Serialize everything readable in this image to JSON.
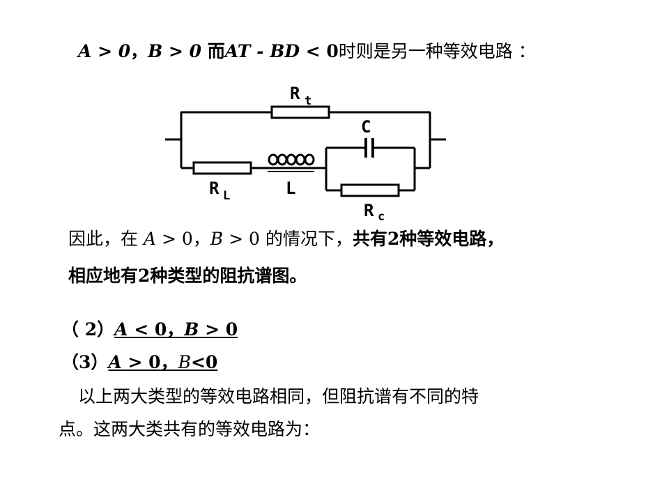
{
  "heading": {
    "a_cond": "A > 0",
    "sep1": "，",
    "b_cond": "B > 0",
    "mid": " 而",
    "expr": "AT - BD",
    "expr_tail": " < 0",
    "tail": "时则是另一种等效电路 ："
  },
  "circuit": {
    "rt_main": "R",
    "rt_sub": "t",
    "c_label": "C",
    "rl_main": "R",
    "rl_sub": "L",
    "l_label": "L",
    "rc_main": "R",
    "rc_sub": "c"
  },
  "conclusion": {
    "line1_prefix": "因此，在 ",
    "line1_a": "A",
    "line1_a_op": " > 0，",
    "line1_b": "B",
    "line1_b_op": " > 0 的情况下，",
    "line1_bold": "共有2种等效电路，",
    "line2": "相应地有2种类型的阻抗谱图。"
  },
  "case2": {
    "label": "（ 2）",
    "a": "A",
    "a_op": " < 0，",
    "b": "B",
    "b_op": " > 0"
  },
  "case3": {
    "label": "（3）",
    "a": "A",
    "a_op": " > 0，",
    "b": "B",
    "b_op": "<0"
  },
  "summary": {
    "line1": "以上两大类型的等效电路相同，但阻抗谱有不同的特",
    "line2": "点。这两大类共有的等效电路为："
  }
}
